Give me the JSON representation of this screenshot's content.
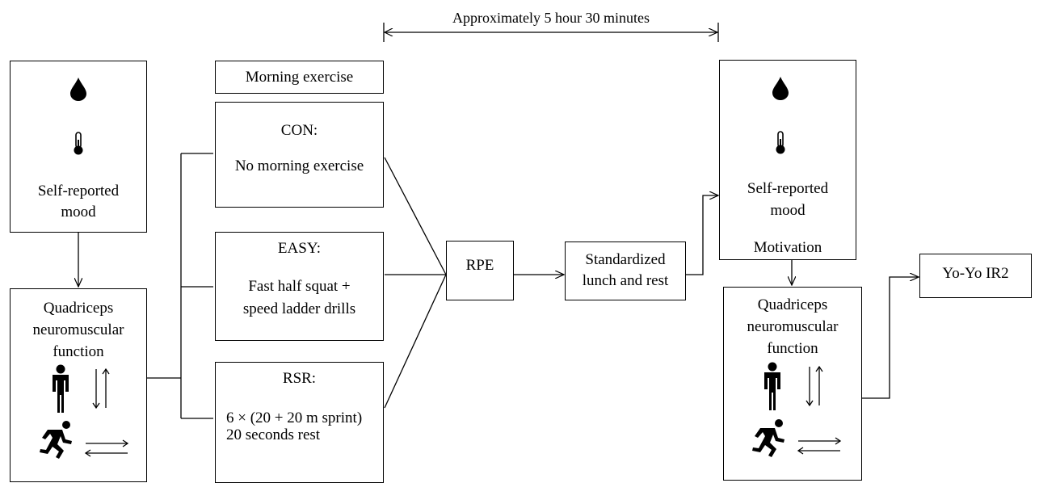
{
  "timing": {
    "label": "Approximately 5 hour 30 minutes"
  },
  "pre": {
    "mood": [
      "Self-reported",
      "mood"
    ],
    "neuromuscular": [
      "Quadriceps",
      "neuromuscular",
      "function"
    ]
  },
  "morning": {
    "header": "Morning exercise",
    "con": {
      "title": "CON:",
      "desc": "No morning exercise"
    },
    "easy": {
      "title": "EASY:",
      "desc": [
        "Fast half squat +",
        "speed ladder drills"
      ]
    },
    "rsr": {
      "title": "RSR:",
      "desc": [
        "6 × (20 + 20 m sprint)",
        "20 seconds rest"
      ]
    }
  },
  "rpe": "RPE",
  "lunch": [
    "Standardized",
    "lunch and rest"
  ],
  "post": {
    "mood": [
      "Self-reported",
      "mood"
    ],
    "motivation": "Motivation",
    "neuromuscular": [
      "Quadriceps",
      "neuromuscular",
      "function"
    ]
  },
  "yoyo": "Yo-Yo IR2",
  "icons": [
    "water-drop-icon",
    "thermometer-icon",
    "standing-person-icon",
    "running-person-icon",
    "vertical-arrows-icon",
    "horizontal-arrows-icon"
  ]
}
